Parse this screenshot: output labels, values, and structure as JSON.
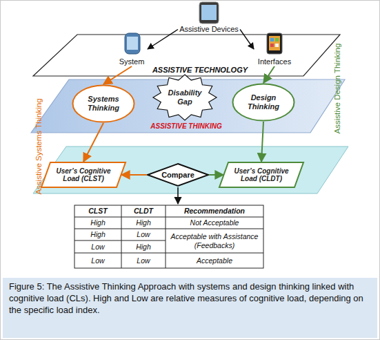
{
  "diagram": {
    "caption": "Figure 5: The Assistive Thinking Approach with systems and design thinking linked with cognitive load (CLs). High and Low are relative measures of cognitive load, depending on the specific load index.",
    "nodes": [
      {
        "text": [
          "ASSISTIVE TECHNOLOGY"
        ]
      },
      {
        "text": [
          "Assistive Devices"
        ],
        "in": 0
      },
      {
        "text": [
          "System"
        ],
        "in": 0
      },
      {
        "text": [
          "Interfaces"
        ],
        "in": 0
      },
      {
        "text": [
          "ASSISTIVE THINKING"
        ]
      },
      {
        "text": [
          "Systems Thinking"
        ],
        "in": 4
      },
      {
        "text": [
          "Disability Gap"
        ],
        "in": 4
      },
      {
        "text": [
          "Design Thinking"
        ],
        "in": 4
      },
      {
        "text": [
          "User’s Cognitive Load (CLST)"
        ]
      },
      {
        "text": [
          "Compare"
        ]
      },
      {
        "text": [
          "User’s Cognitive Load (CLDT)"
        ]
      }
    ],
    "edges": [
      {
        "from": 1,
        "to": 2,
        "arrow": "to"
      },
      {
        "from": 1,
        "to": 3,
        "arrow": "to"
      },
      {
        "from": 2,
        "to": 5,
        "arrow": "to"
      },
      {
        "from": 3,
        "to": 7,
        "arrow": "to"
      },
      {
        "from": 5,
        "to": 8,
        "arrow": "to"
      },
      {
        "from": 7,
        "to": 10,
        "arrow": "to"
      },
      {
        "from": 9,
        "to": 8,
        "arrow": "to"
      },
      {
        "from": 9,
        "to": 10,
        "arrow": "to"
      }
    ],
    "labels": [
      "Assistive Systems Thinking",
      "Assistive Design Thinking",
      "CLST",
      "CLDT",
      "Recommendation",
      "High",
      "High",
      "Not Acceptable",
      "High",
      "Low",
      "Acceptable with Assistance (Feedbacks)",
      "Low",
      "High",
      "Low",
      "Low",
      "Acceptable"
    ]
  }
}
